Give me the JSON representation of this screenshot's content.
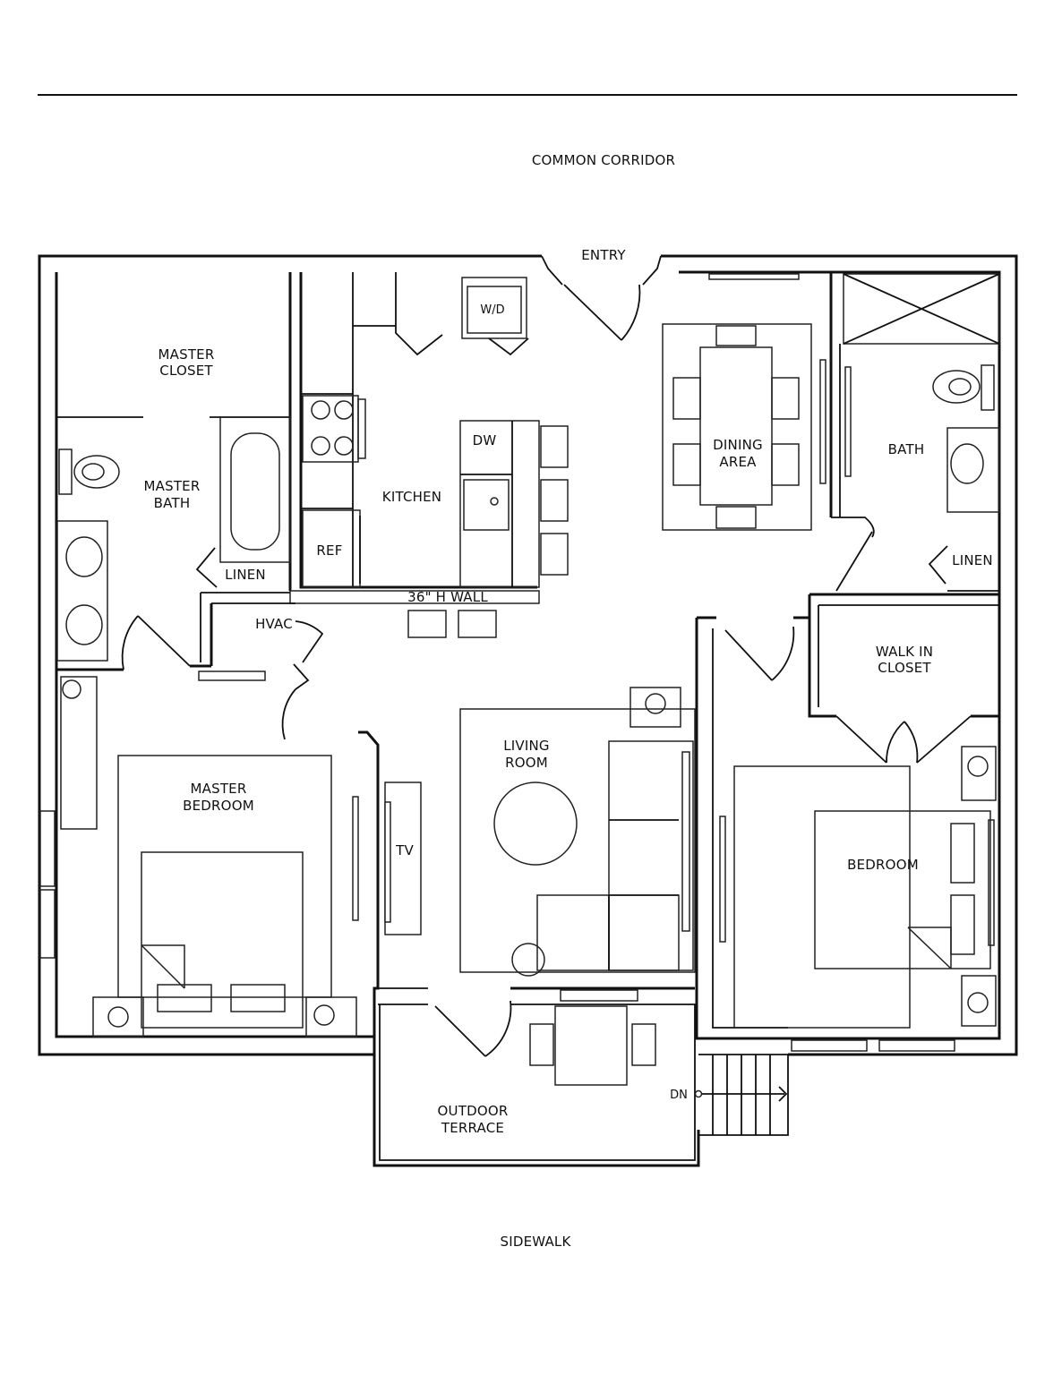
{
  "labels": {
    "corridor": "COMMON CORRIDOR",
    "entry": "ENTRY",
    "master_closet": [
      "MASTER",
      "CLOSET"
    ],
    "master_bath": [
      "MASTER",
      "BATH"
    ],
    "linen_left": "LINEN",
    "kitchen": "KITCHEN",
    "ref": "REF",
    "dw": "DW",
    "wd": "W/D",
    "half_wall": "36\" H WALL",
    "hvac": "HVAC",
    "dining": [
      "DINING",
      "AREA"
    ],
    "bath": "BATH",
    "linen_right": "LINEN",
    "walk_in_closet": [
      "WALK IN",
      "CLOSET"
    ],
    "living_room": [
      "LIVING",
      "ROOM"
    ],
    "tv": "TV",
    "master_bedroom": [
      "MASTER",
      "BEDROOM"
    ],
    "bedroom": "BEDROOM",
    "outdoor_terrace": [
      "OUTDOOR",
      "TERRACE"
    ],
    "dn": "DN",
    "sidewalk": "SIDEWALK"
  }
}
